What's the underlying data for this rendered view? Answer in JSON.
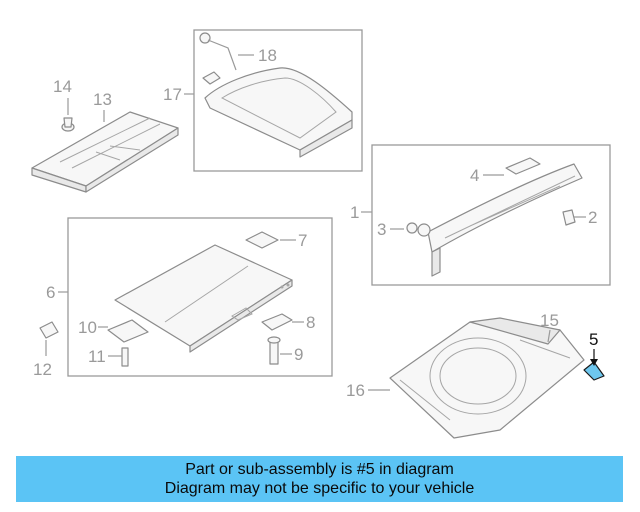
{
  "callouts": {
    "c1": "1",
    "c2": "2",
    "c3": "3",
    "c4": "4",
    "c5": "5",
    "c6": "6",
    "c7": "7",
    "c8": "8",
    "c9": "9",
    "c10": "10",
    "c11": "11",
    "c12": "12",
    "c13": "13",
    "c14": "14",
    "c15": "15",
    "c16": "16",
    "c17": "17",
    "c18": "18"
  },
  "highlight": {
    "part": "5",
    "color": "#6ec7ee"
  },
  "banner": {
    "line1": "Part or sub-assembly is #5 in diagram",
    "line2": "Diagram may not be specific to your vehicle",
    "color": "#5bc4f5"
  }
}
